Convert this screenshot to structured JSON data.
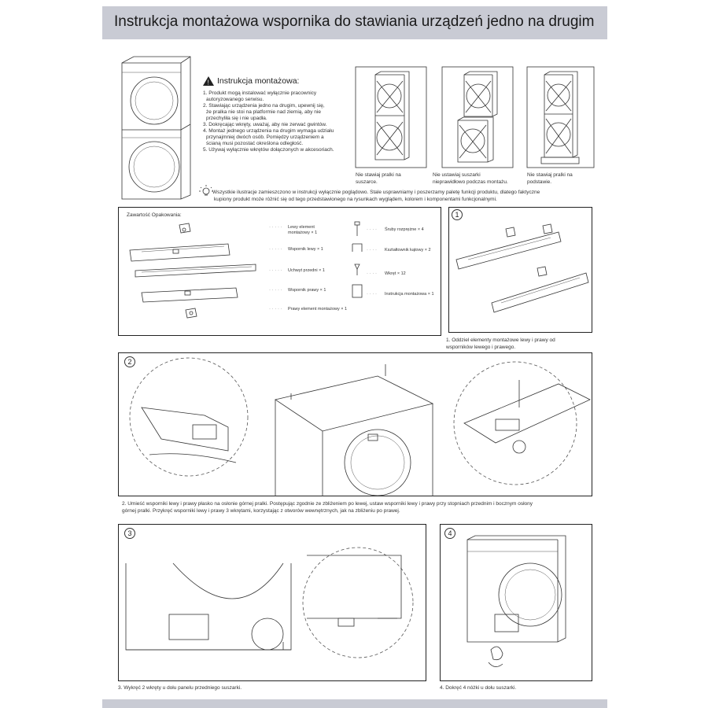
{
  "title": "Instrukcja montażowa wspornika do stawiania urządzeń jedno na drugim",
  "install_header": "Instrukcja montażowa:",
  "install_steps": [
    "1. Produkt mogą instalować wyłącznie pracownicy",
    "autoryzowanego serwisu.",
    "2. Stawiając urządzenia jedno na drugim, upewnij się,",
    "że pralka nie stoi na platformie nad ziemią, aby nie",
    "przechyliła się i nie upadła.",
    "3. Dokręcając wkręty, uważaj, aby nie zerwać gwintów.",
    "4. Montaż jednego urządzenia na drugim wymaga udziału",
    "przynajmniej dwóch osób. Pomiędzy urządzeniem a",
    "ścianą musi pozostać określona odległość.",
    "5. Używaj wyłącznie wkrętów dołączonych w akcesoriach."
  ],
  "warnings": [
    {
      "line1": "Nie stawiaj pralki na",
      "line2": "suszarce."
    },
    {
      "line1": "Nie ustawiaj suszarki",
      "line2": "nieprawidłowo podczas montażu."
    },
    {
      "line1": "Nie stawiaj pralki na",
      "line2": "podstawie."
    }
  ],
  "note_line1": "Wszystkie ilustracje zamieszczono w instrukcji wyłącznie poglądowo. Stale usprawniamy i poszerzamy paletę funkcji produktu, dlatego faktyczne",
  "note_line2": "kupiony produkt może różnić się od tego przedstawionego na rysunkach wyglądem, kolorem i komponentami funkcjonalnymi.",
  "package": {
    "header": "Zawartość Opakowania:",
    "left_items": [
      {
        "line1": "Lewy element",
        "line2": "montażowy × 1"
      },
      {
        "line1": "Wspornik lewy × 1",
        "line2": ""
      },
      {
        "line1": "Uchwyt przedni × 1",
        "line2": ""
      },
      {
        "line1": "Wspornik prawy × 1",
        "line2": ""
      },
      {
        "line1": "Prawy element montażowy × 1",
        "line2": ""
      }
    ],
    "right_items": [
      "Śruby rozprężne × 4",
      "Kształtownik kątowy × 2",
      "Wkręt × 12",
      "Instrukcja montażowa × 1"
    ]
  },
  "steps": {
    "s1": {
      "num": "1",
      "cap1": "1. Oddziel elementy montażowe lewy i prawy od",
      "cap2": "wsporników lewego i prawego."
    },
    "s2": {
      "num": "2",
      "cap1": "2. Umieść wsporniki lewy i prawy płasko na osłonie górnej pralki. Postępując zgodnie ze zbliżeniem po lewej, ustaw wsporniki lewy i prawy przy stopniach przednim i bocznym osłony",
      "cap2": "górnej pralki. Przykręć wsporniki lewy i prawy 3 wkrętami, korzystając z otworów wewnętrznych, jak na zbliżeniu po prawej."
    },
    "s3": {
      "num": "3",
      "cap1": "3. Wykręć 2 wkręty u dołu panelu przedniego suszarki."
    },
    "s4": {
      "num": "4",
      "cap1": "4. Dokręć 4 nóżki u dołu suszarki."
    }
  },
  "colors": {
    "bar": "#c9cbd4",
    "line": "#333333"
  },
  "icons": [
    "warning-icon",
    "lightbulb-icon"
  ]
}
